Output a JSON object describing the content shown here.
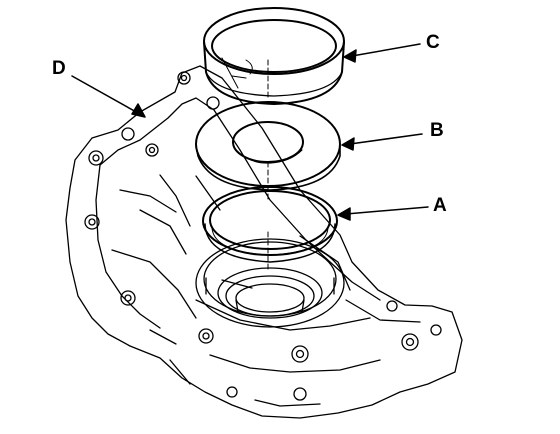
{
  "callouts": {
    "a": "A",
    "b": "B",
    "c": "C",
    "d": "D"
  },
  "parts": {
    "a": "o-ring-seal",
    "b": "thrust-washer",
    "c": "cup-ring",
    "d": "transmission-housing"
  },
  "colors": {
    "line": "#000000",
    "background": "#ffffff"
  }
}
